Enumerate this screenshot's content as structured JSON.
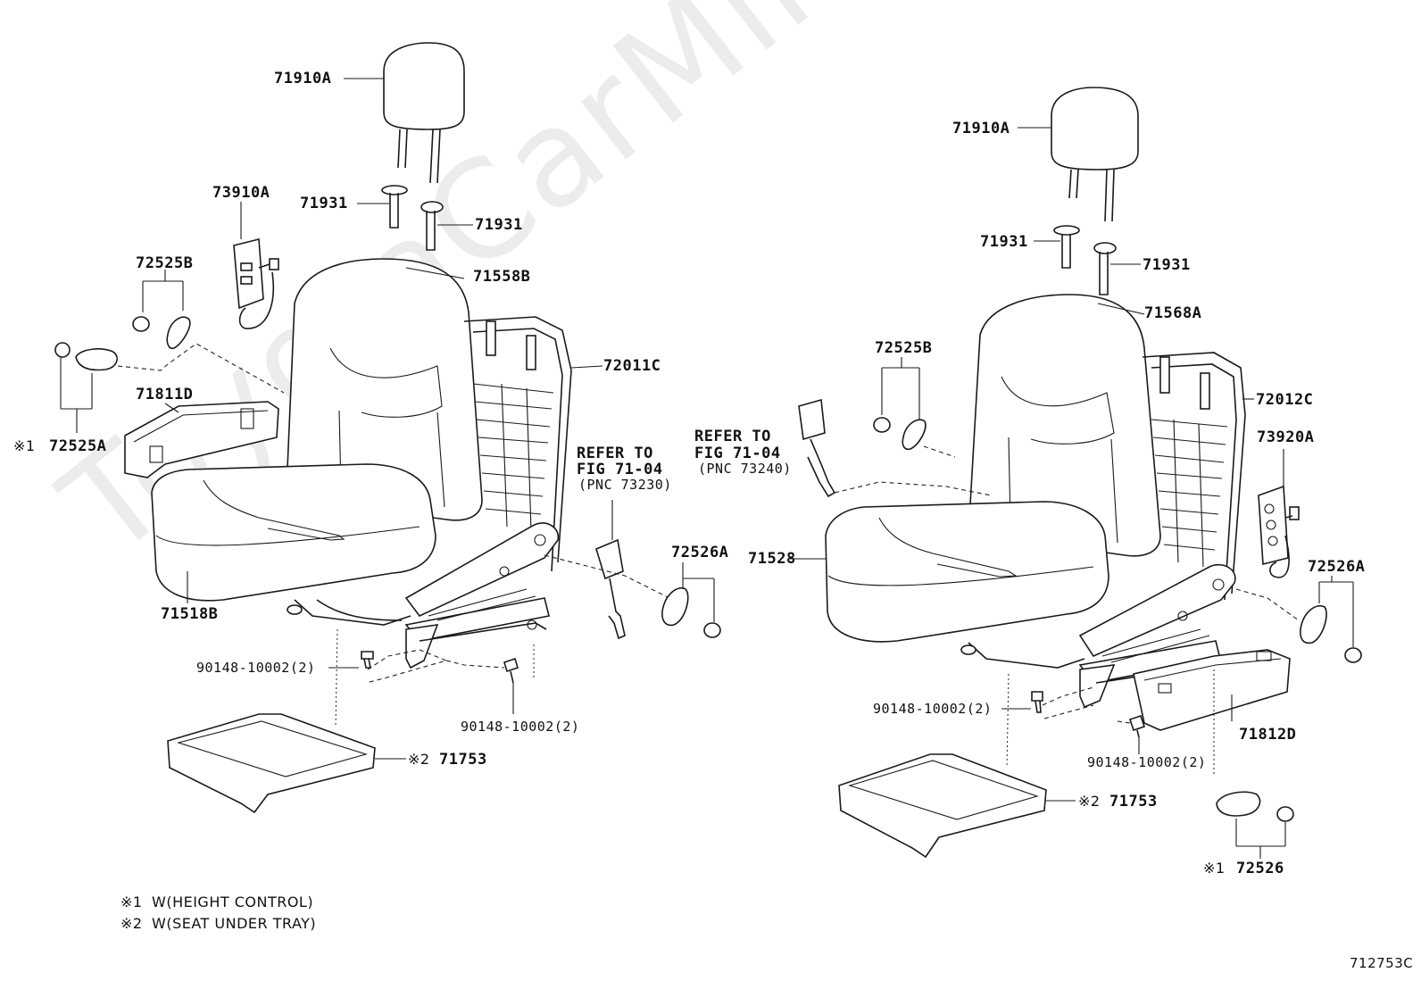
{
  "watermark": "ToyotaCarMine.ru",
  "left_seat": {
    "headrest": "71910A",
    "support_1": "71931",
    "support_2": "71931",
    "seatback_cover": "71558B",
    "frame": "72011C",
    "switch": "73910A",
    "knob_set": "72525B",
    "cover_set": "72525A",
    "cover_mark": "※1",
    "shield": "71811D",
    "cushion": "71518B",
    "refer_line1": "REFER TO",
    "refer_line2": "FIG 71-04",
    "refer_line3": "(PNC 73230)",
    "recliner_cover": "72526A",
    "bolt_1": "90148-10002(2)",
    "bolt_2": "90148-10002(2)",
    "tray": "71753",
    "tray_mark": "※2"
  },
  "right_seat": {
    "headrest": "71910A",
    "support_1": "71931",
    "support_2": "71931",
    "seatback_cover": "71568A",
    "frame": "72012C",
    "switch": "73920A",
    "knob_set": "72525B",
    "recliner_cover": "72526A",
    "refer_line1": "REFER TO",
    "refer_line2": "FIG 71-04",
    "refer_line3": "(PNC 73240)",
    "cushion": "71528",
    "shield": "71812D",
    "bolt_1": "90148-10002(2)",
    "bolt_2": "90148-10002(2)",
    "tray": "71753",
    "tray_mark": "※2",
    "cover": "72526",
    "cover_mark": "※1"
  },
  "notes": [
    {
      "mark": "※1",
      "text": "W(HEIGHT CONTROL)"
    },
    {
      "mark": "※2",
      "text": "W(SEAT UNDER TRAY)"
    }
  ],
  "figure_id": "712753C"
}
